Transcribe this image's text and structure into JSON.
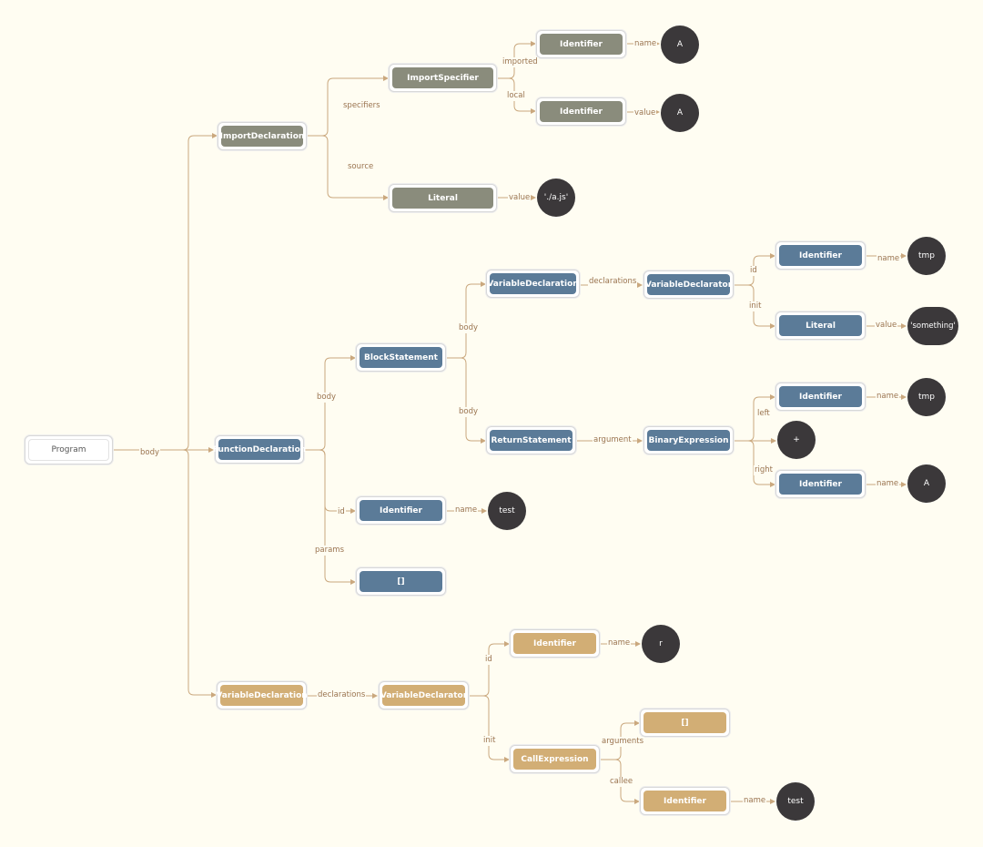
{
  "nodes": {
    "program": "Program",
    "import_decl": "ImportDeclaration",
    "import_spec": "ImportSpecifier",
    "import_id_imported": "Identifier",
    "import_id_local": "Identifier",
    "import_literal": "Literal",
    "func_decl": "FunctionDeclaration",
    "block_stmt": "BlockStatement",
    "inner_var_decl": "VariableDeclaration",
    "inner_var_declarator": "VariableDeclarator",
    "inner_id": "Identifier",
    "inner_literal": "Literal",
    "return_stmt": "ReturnStatement",
    "binary_expr": "BinaryExpression",
    "bin_left_id": "Identifier",
    "bin_right_id": "Identifier",
    "func_id": "Identifier",
    "func_params": "[]",
    "outer_var_decl": "VariableDeclaration",
    "outer_var_declarator": "VariableDeclarator",
    "outer_id": "Identifier",
    "call_expr": "CallExpression",
    "call_args": "[]",
    "callee_id": "Identifier"
  },
  "leaves": {
    "import_imported_name": "A",
    "import_local_value": "A",
    "import_source_value": "'./a.js'",
    "inner_id_name": "tmp",
    "inner_literal_value": "'something'",
    "bin_left_name": "tmp",
    "bin_operator": "+",
    "bin_right_name": "A",
    "func_id_name": "test",
    "outer_id_name": "r",
    "callee_name": "test"
  },
  "edge_labels": {
    "program_body": "body",
    "specifiers": "specifiers",
    "source": "source",
    "imported": "imported",
    "local": "local",
    "imported_name": "name",
    "local_value": "value",
    "source_value": "value",
    "func_body": "body",
    "func_id": "id",
    "func_params": "params",
    "block_body_1": "body",
    "block_body_2": "body",
    "declarations_inner": "declarations",
    "inner_id": "id",
    "inner_init": "init",
    "inner_id_name": "name",
    "inner_literal_value": "value",
    "argument": "argument",
    "left": "left",
    "right": "right",
    "left_name": "name",
    "right_name": "name",
    "func_id_name": "name",
    "declarations_outer": "declarations",
    "outer_id": "id",
    "outer_init": "init",
    "outer_id_name": "name",
    "arguments": "arguments",
    "callee": "callee",
    "callee_name": "name"
  },
  "colors": {
    "background": "#fffdf2",
    "import_group": "#8a8c7c",
    "function_group": "#5b7b98",
    "variable_group": "#d2ae75",
    "leaf": "#3b383a",
    "edge": "#caa87e",
    "edge_label": "#9a7450"
  }
}
